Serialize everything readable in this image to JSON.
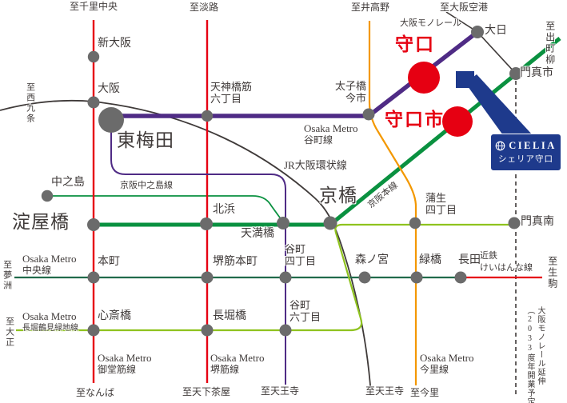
{
  "colors": {
    "red_line": "#e60012",
    "purple_line": "#4f2b85",
    "keihan_green": "#0a9140",
    "chuo_dark_green": "#216b4b",
    "lime_line": "#8fc31f",
    "orange_line": "#f39800",
    "jr_gray": "#3f3a39",
    "station_dot": "#6b6b6b",
    "highlight_red": "#e60012",
    "navy": "#1e3a8c",
    "text": "#3f3a39"
  },
  "terminals": {
    "senri_chuo": "至千里中央",
    "awaji": "至淡路",
    "itakano": "至井高野",
    "osaka_airport": "至大阪空港",
    "demachiyanagi": "至出町柳",
    "nishikujo": "至西九条",
    "yumeshima": "至夢洲",
    "taisho": "至大正",
    "namba": "至なんば",
    "tengachaya": "至天下茶屋",
    "tennoji_tanimachi": "至天王寺",
    "tennoji_jr": "至天王寺",
    "imazato": "至今里",
    "ikoma": "至生駒"
  },
  "lines": {
    "monorail": "大阪モノレール",
    "tanimachi_operator": "Osaka Metro",
    "tanimachi_name": "谷町線",
    "jr_loop": "JR大阪環状線",
    "keihan_main": "京阪本線",
    "keihan_nakanoshima": "京阪中之島線",
    "chuo_operator": "Osaka Metro",
    "chuo_name": "中央線",
    "kintetsu": "近鉄",
    "keihanna_name": "けいはんな線",
    "nagahori_operator": "Osaka Metro",
    "nagahori_name": "長堀鶴見緑地線",
    "midosuji_operator": "Osaka Metro",
    "midosuji_name": "御堂筋線",
    "sakaisuji_operator": "Osaka Metro",
    "sakaisuji_name": "堺筋線",
    "imazatosuji_operator": "Osaka Metro",
    "imazatosuji_name": "今里線",
    "monorail_extension_1": "大阪モノレール延伸",
    "monorail_extension_2": "（2033度年開業予定）"
  },
  "stations": {
    "shin_osaka": "新大阪",
    "osaka": "大阪",
    "higashi_umeda": "東梅田",
    "tenjimbashisuji_1": "天神橋筋",
    "tenjimbashisuji_2": "六丁目",
    "taishibashi_1": "太子橋",
    "taishibashi_2": "今市",
    "moriguchi": "守口",
    "dainichi": "大日",
    "moriguchishi": "守口市",
    "kadomashi": "門真市",
    "nakanoshima": "中之島",
    "yodoyabashi": "淀屋橋",
    "kitahama": "北浜",
    "temmabashi": "天満橋",
    "kyobashi": "京橋",
    "gamo_1": "蒲生",
    "gamo_2": "四丁目",
    "kadomaminami": "門真南",
    "hommachi": "本町",
    "sakaisujihommachi": "堺筋本町",
    "tanimachi4_1": "谷町",
    "tanimachi4_2": "四丁目",
    "morinomiya": "森ノ宮",
    "midoribashi": "緑橋",
    "nagata": "長田",
    "shinsaibashi": "心斎橋",
    "nagahoribashi": "長堀橋",
    "tanimachi6_1": "谷町",
    "tanimachi6_2": "六丁目"
  },
  "badge": {
    "brand": "CIELIA",
    "property": "シェリア守口"
  }
}
